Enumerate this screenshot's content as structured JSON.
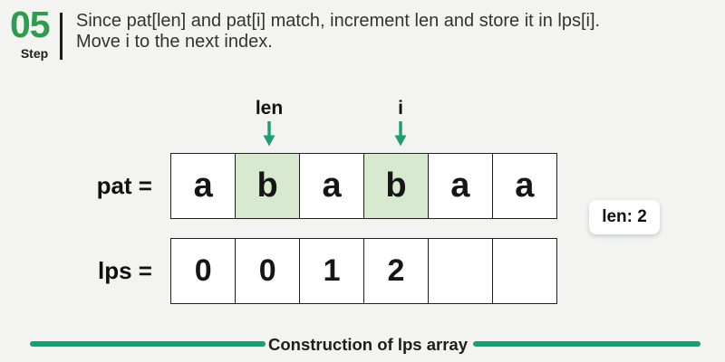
{
  "step": {
    "number": "05",
    "label": "Step",
    "description_line1": "Since pat[len] and pat[i] match, increment len and store it in lps[i].",
    "description_line2": "Move i to the next index."
  },
  "pointers": {
    "len": {
      "label": "len",
      "points_to_index": 1
    },
    "i": {
      "label": "i",
      "points_to_index": 3
    }
  },
  "arrays": {
    "pat": {
      "label": "pat =",
      "cells": [
        "a",
        "b",
        "a",
        "b",
        "a",
        "a"
      ],
      "highlighted_indices": [
        1,
        3
      ]
    },
    "lps": {
      "label": "lps =",
      "cells": [
        "0",
        "0",
        "1",
        "2",
        "",
        ""
      ],
      "highlighted_indices": []
    }
  },
  "badge": {
    "label": "len: 2"
  },
  "footer": {
    "title": "Construction of lps array"
  },
  "colors": {
    "step_green": "#2e9b4e",
    "pointer_green": "#1f9d72",
    "highlight_cell": "#d7e9cf",
    "background": "#f3f4f2"
  }
}
